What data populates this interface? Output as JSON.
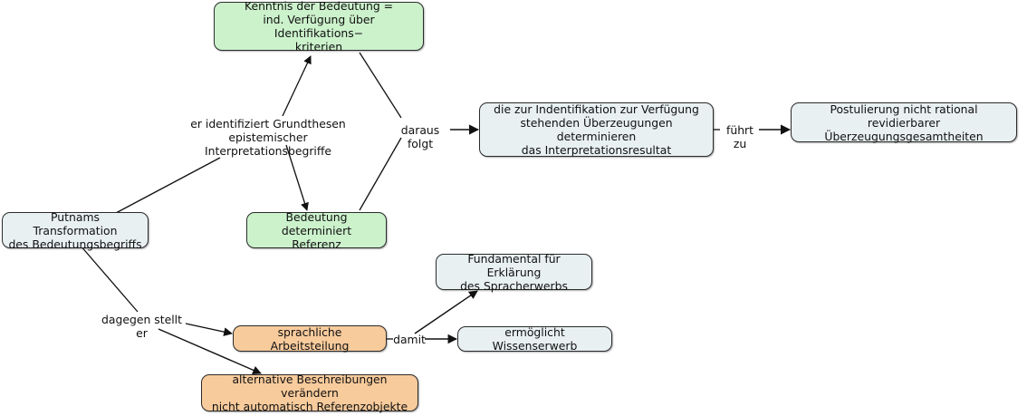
{
  "diagram": {
    "title": "Putnams Transformation des Bedeutungsbegriffs - Concept Map",
    "colors": {
      "green_fill": "#ccf2cc",
      "blue_fill": "#e8f0f2",
      "orange_fill": "#f8cb9c",
      "border": "#2b2b2b",
      "edge": "#111111",
      "background": "#ffffff"
    },
    "nodes": [
      {
        "id": "kenntnis",
        "text": "Kenntnis der Bedeutung =\nind. Verfügung über Identifikations−\nkriterien",
        "color": "green"
      },
      {
        "id": "putnams",
        "text": "Putnams Transformation\ndes Bedeutungsbegriffs",
        "color": "blue"
      },
      {
        "id": "determiniert",
        "text": "Bedeutung determiniert\nReferenz",
        "color": "green"
      },
      {
        "id": "ueberzeugungen",
        "text": "die zur Indentifikation zur Verfügung\nstehenden Überzeugungen determinieren\ndas Interpretationsresultat",
        "color": "blue"
      },
      {
        "id": "postulierung",
        "text": "Postulierung nicht rational\nrevidierbarer Überzeugungsgesamtheiten",
        "color": "blue"
      },
      {
        "id": "fundamental",
        "text": "Fundamental für Erklärung\ndes Spracherwerbs",
        "color": "blue"
      },
      {
        "id": "arbeitsteilung",
        "text": "sprachliche Arbeitsteilung",
        "color": "orange"
      },
      {
        "id": "wissenserwerb",
        "text": "ermöglicht Wissenserwerb",
        "color": "blue"
      },
      {
        "id": "alternative",
        "text": "alternative Beschreibungen verändern\nnicht automatisch Referenzobjekte",
        "color": "orange"
      }
    ],
    "link_labels": [
      {
        "id": "identifiziert",
        "text": "er identifiziert Grundthesen\nepistemischer Interpretationsbegriffe"
      },
      {
        "id": "daraus-folgt",
        "text": "daraus folgt"
      },
      {
        "id": "fuehrt-zu",
        "text": "führt zu"
      },
      {
        "id": "dagegen",
        "text": "dagegen stellt er"
      },
      {
        "id": "damit",
        "text": "damit"
      }
    ]
  }
}
